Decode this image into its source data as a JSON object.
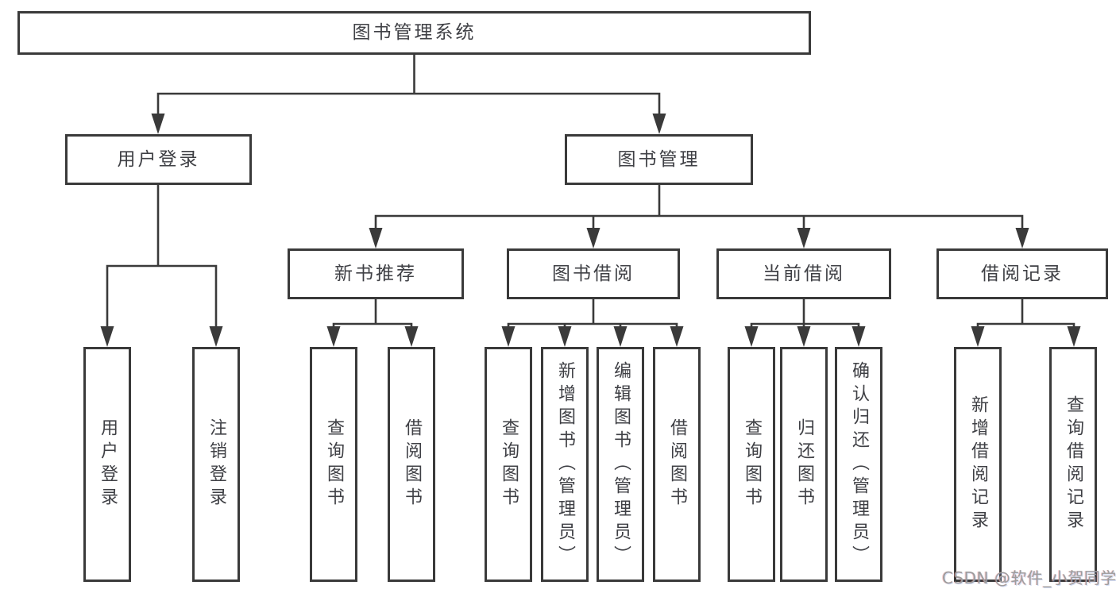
{
  "diagram": {
    "type": "hierarchy-tree",
    "title": "图书管理系统",
    "colors": {
      "line": "#3a3a3a",
      "box_border": "#3a3a3a",
      "text": "#3f4045",
      "background": "#ffffff",
      "watermark_text": "#9d9d9d"
    },
    "tree": {
      "root": {
        "label": "图书管理系统"
      },
      "level2": [
        {
          "label": "用户登录"
        },
        {
          "label": "图书管理"
        }
      ],
      "level3": [
        {
          "label": "新书推荐",
          "parent": "图书管理"
        },
        {
          "label": "图书借阅",
          "parent": "图书管理"
        },
        {
          "label": "当前借阅",
          "parent": "图书管理"
        },
        {
          "label": "借阅记录",
          "parent": "图书管理"
        }
      ],
      "leaves": [
        {
          "label": "用户登录",
          "parent": "用户登录"
        },
        {
          "label": "注销登录",
          "parent": "用户登录"
        },
        {
          "label": "查询图书",
          "parent": "新书推荐"
        },
        {
          "label": "借阅图书",
          "parent": "新书推荐"
        },
        {
          "label": "查询图书",
          "parent": "图书借阅"
        },
        {
          "label": "新增图书（管理员）",
          "parent": "图书借阅"
        },
        {
          "label": "编辑图书（管理员）",
          "parent": "图书借阅"
        },
        {
          "label": "借阅图书",
          "parent": "图书借阅"
        },
        {
          "label": "查询图书",
          "parent": "当前借阅"
        },
        {
          "label": "归还图书",
          "parent": "当前借阅"
        },
        {
          "label": "确认归还（管理员）",
          "parent": "当前借阅"
        },
        {
          "label": "新增借阅记录",
          "parent": "借阅记录"
        },
        {
          "label": "查询借阅记录",
          "parent": "借阅记录"
        }
      ]
    }
  },
  "watermark": {
    "text": "CSDN @软件_小贺同学"
  }
}
